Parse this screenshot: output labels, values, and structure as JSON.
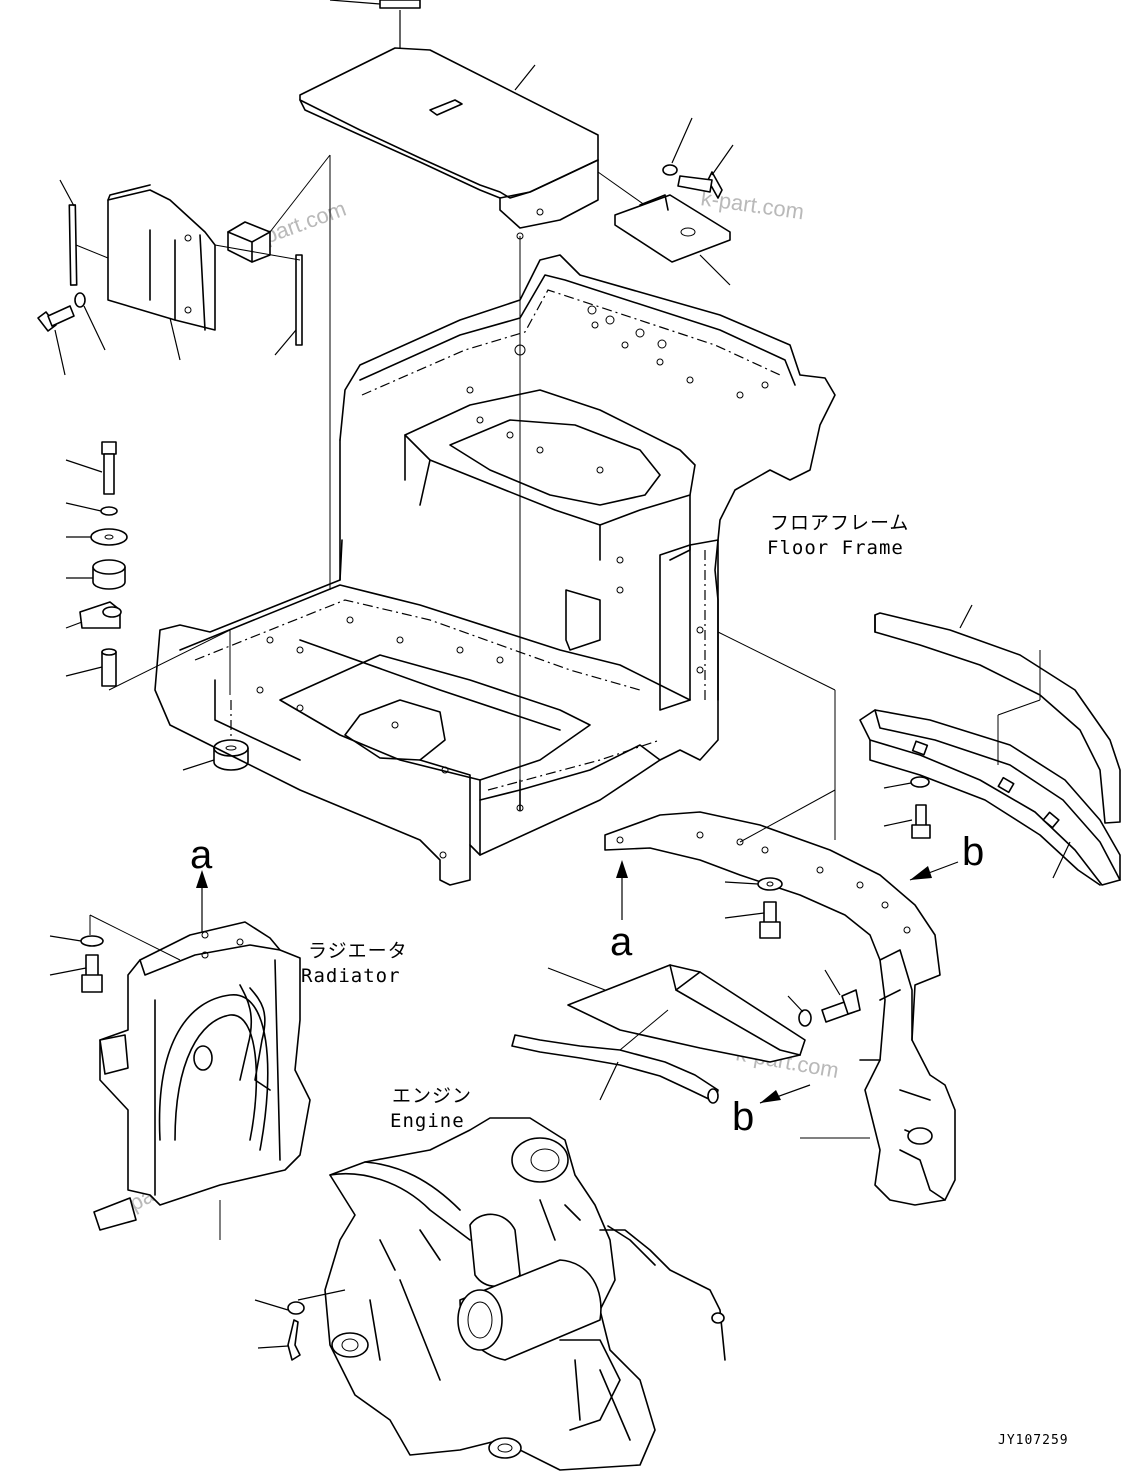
{
  "labels": {
    "floor_frame_jp": "フロアフレーム",
    "floor_frame_en": "Floor Frame",
    "radiator_jp": "ラジエータ",
    "radiator_en": "Radiator",
    "engine_jp": "エンジン",
    "engine_en": "Engine",
    "ref_a_top": "a",
    "ref_a_bottom": "a",
    "ref_b_top": "b",
    "ref_b_bottom": "b",
    "drawing_number": "JY107259"
  },
  "watermarks": [
    "k-part.com",
    "k-part.com",
    "k-part.com",
    "k-part.com"
  ]
}
